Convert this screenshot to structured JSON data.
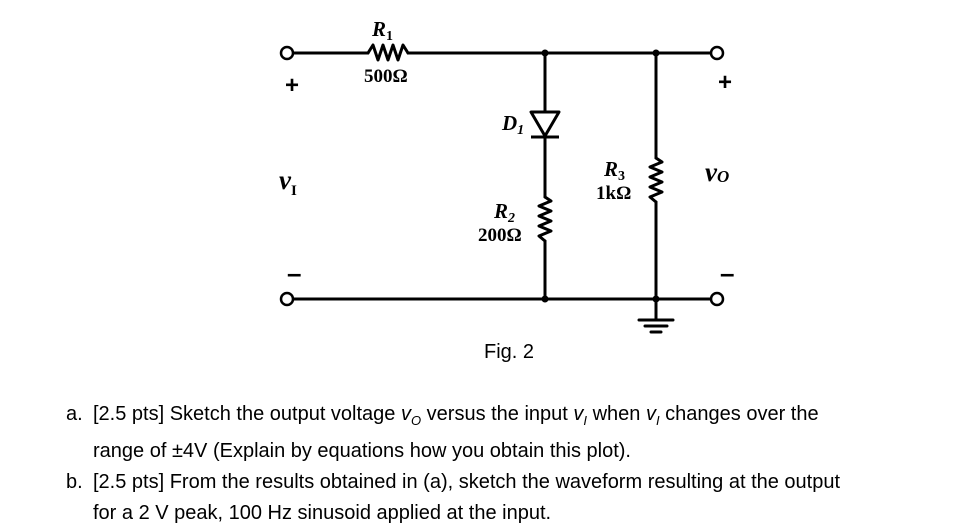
{
  "figure": {
    "caption": "Fig. 2",
    "components": {
      "R1": {
        "name": "R",
        "subscript": "1",
        "value": "500Ω"
      },
      "D1": {
        "name": "D",
        "subscript": "1"
      },
      "R2": {
        "name": "R",
        "subscript": "2",
        "value": "200Ω"
      },
      "R3": {
        "name": "R",
        "subscript": "3",
        "value": "1kΩ"
      }
    },
    "input": {
      "plus": "+",
      "minus": "–",
      "symbol": "v",
      "subscript": "I"
    },
    "output": {
      "plus": "+",
      "minus": "–",
      "symbol": "v",
      "subscript": "O"
    }
  },
  "questions": [
    {
      "letter": "a.",
      "line1_a": "[2.5 pts] Sketch the output voltage ",
      "var1": "v",
      "var1_sub": "O",
      "line1_b": " versus the input ",
      "var2": "v",
      "var2_sub": "I",
      "line1_c": " when ",
      "var3": "v",
      "var3_sub": "I",
      "line1_d": " changes over the",
      "line2": "range of ±4V (Explain by equations how you obtain this plot)."
    },
    {
      "letter": "b.",
      "line1": "[2.5 pts] From the results obtained in (a), sketch the waveform resulting at the output",
      "line2": "for a 2 V peak, 100 Hz sinusoid applied at the input."
    }
  ]
}
